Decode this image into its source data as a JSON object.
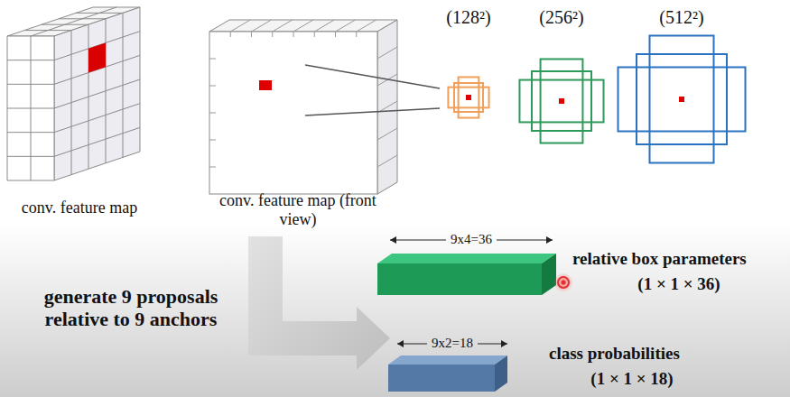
{
  "diagram": {
    "nodes": [
      {
        "text": [
          "conv. feature map"
        ]
      },
      {
        "text": [
          "conv. feature map (front view)"
        ]
      },
      {
        "text": [
          "(128²)"
        ]
      },
      {
        "text": [
          "(256²)"
        ]
      },
      {
        "text": [
          "(512²)"
        ]
      },
      {
        "text": [
          "9x4=36",
          "relative box parameters",
          "(1 × 1 × 36)"
        ]
      },
      {
        "text": [
          "9x2=18",
          "class probabilities",
          "(1 × 1 × 18)"
        ]
      }
    ],
    "labels": [
      "generate 9 proposals relative to 9 anchors"
    ]
  }
}
